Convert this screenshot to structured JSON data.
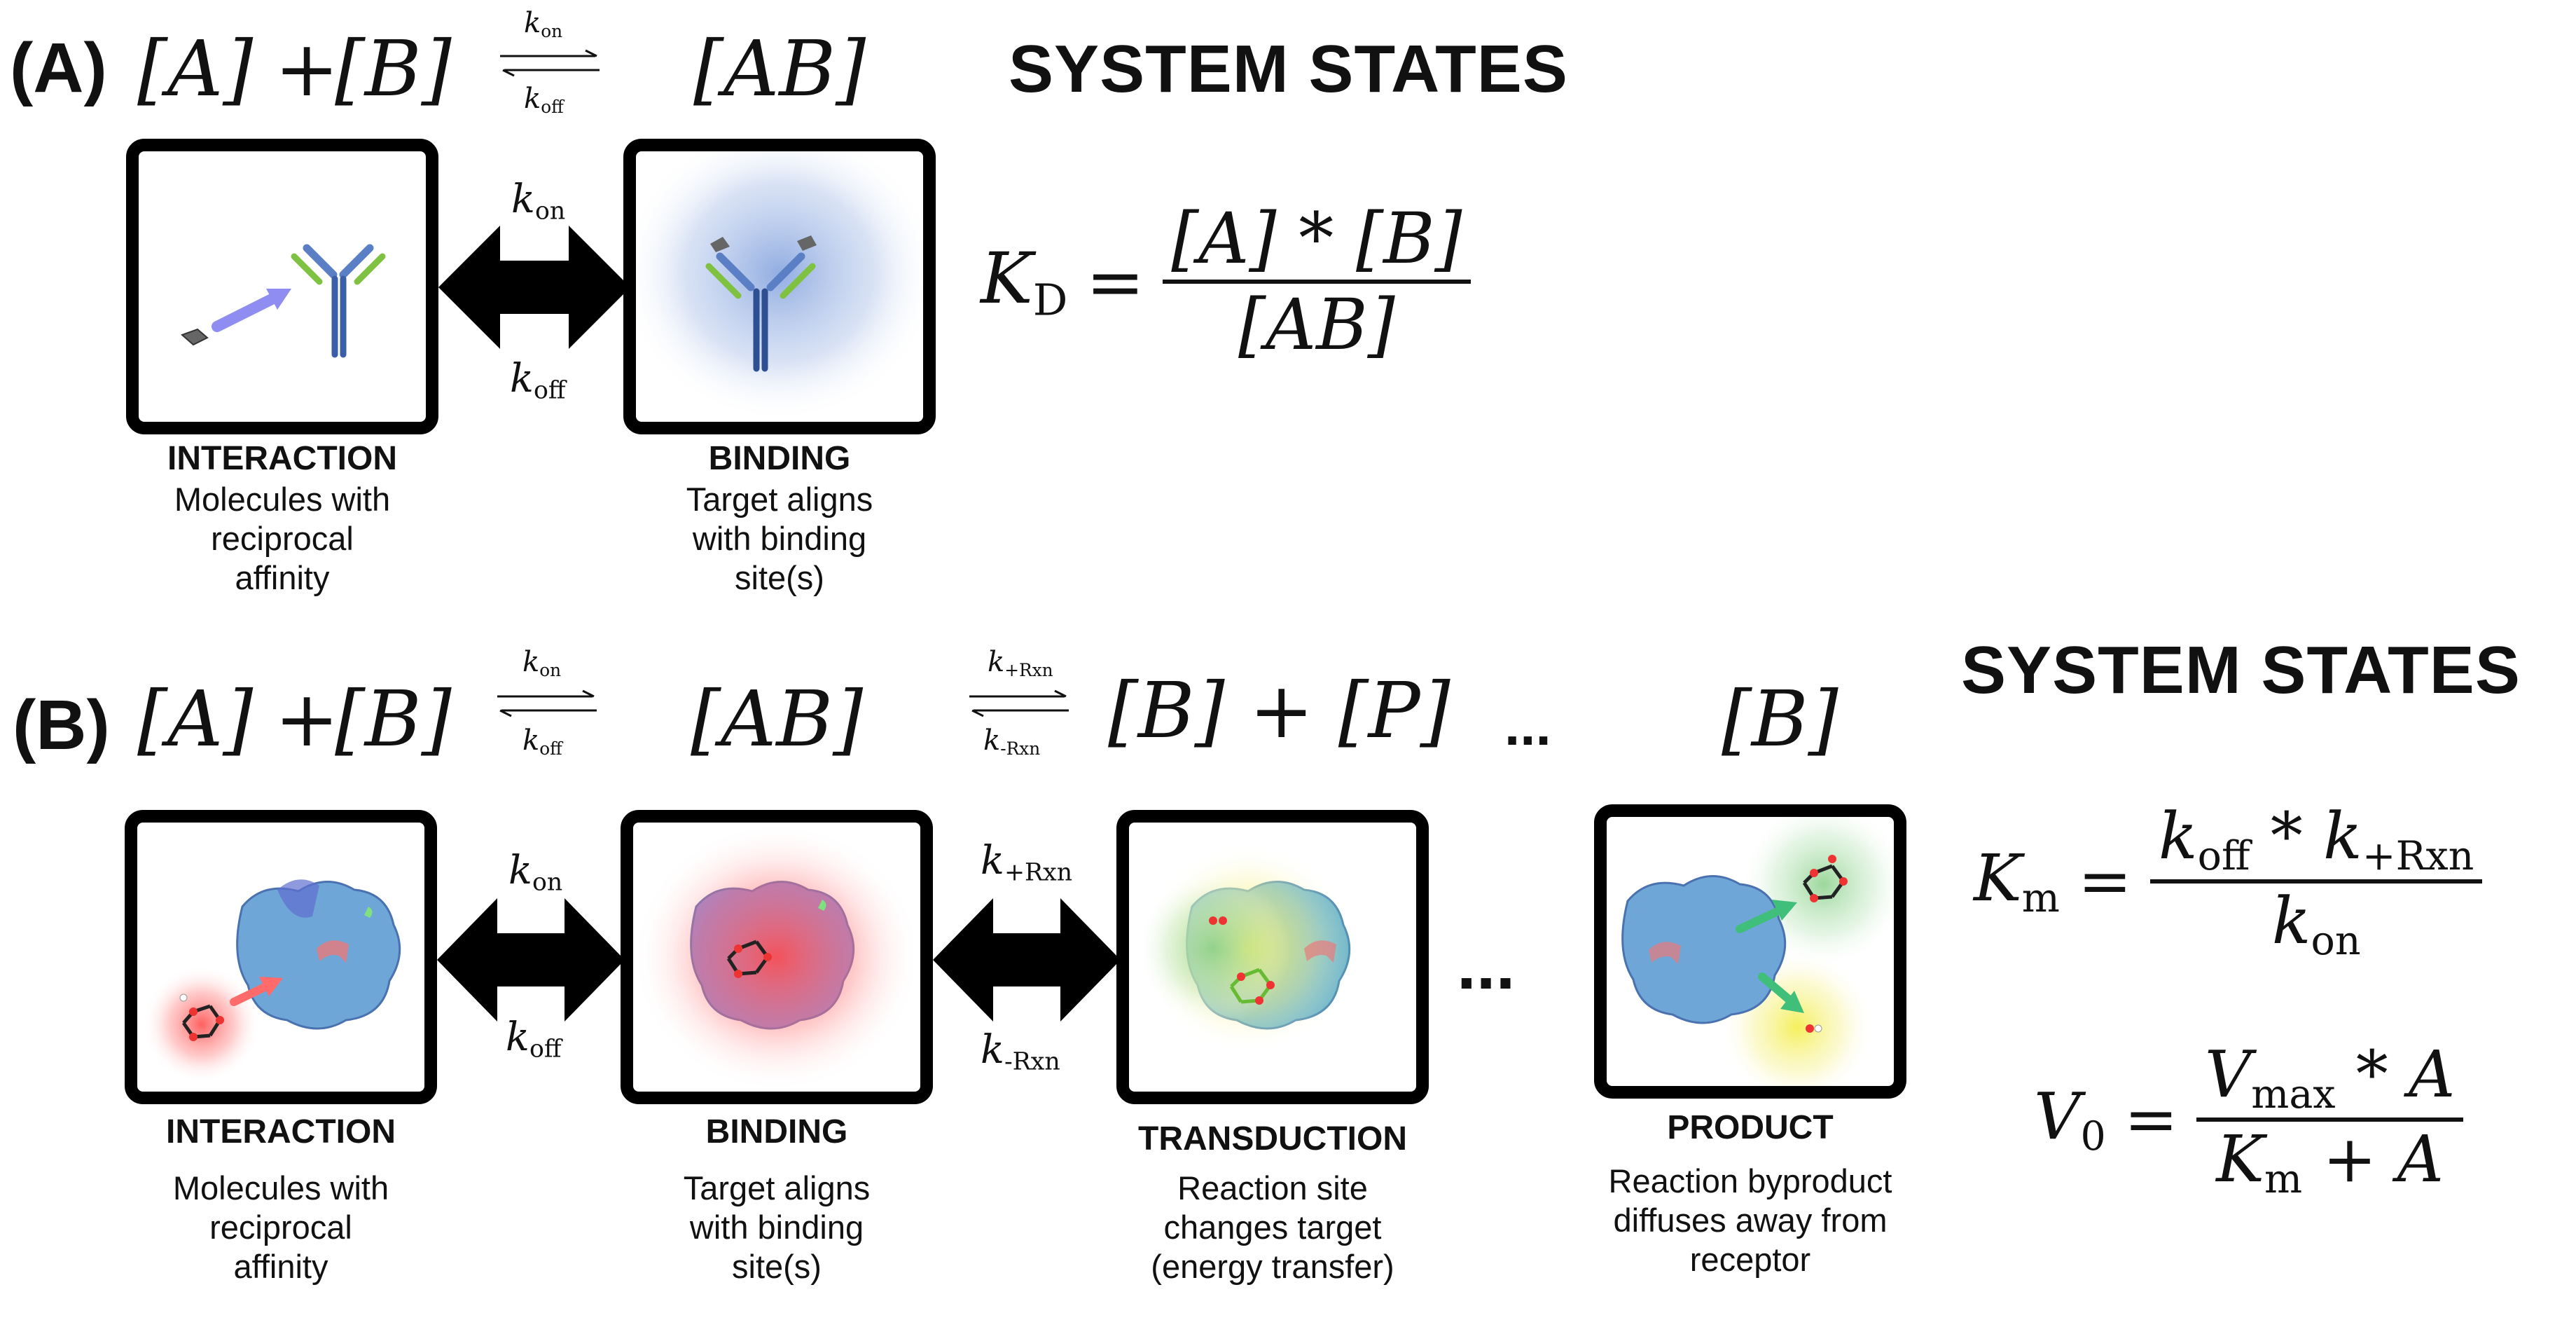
{
  "panel_a": {
    "label": "(A)",
    "equation": {
      "reactant_a": "[A]",
      "plus": "+",
      "reactant_b": "[B]",
      "k_forward": "k",
      "k_forward_sub": "on",
      "k_reverse": "k",
      "k_reverse_sub": "off",
      "complex": "[AB]"
    },
    "system_states": "SYSTEM STATES",
    "arrow_top": "k",
    "arrow_top_sub": "on",
    "arrow_bottom": "k",
    "arrow_bottom_sub": "off",
    "kd_formula": {
      "lhs": "K",
      "lhs_sub": "D",
      "equals": "=",
      "numerator": "[A] * [B]",
      "denominator": "[AB]"
    },
    "states": [
      {
        "title": "INTERACTION",
        "description": "Molecules with\nreciprocal\naffinity"
      },
      {
        "title": "BINDING",
        "description": "Target aligns\nwith binding\nsite(s)"
      }
    ]
  },
  "panel_b": {
    "label": "(B)",
    "equation": {
      "reactant_a": "[A]",
      "plus": "+",
      "reactant_b": "[B]",
      "k1_forward": "k",
      "k1_forward_sub": "on",
      "k1_reverse": "k",
      "k1_reverse_sub": "off",
      "complex": "[AB]",
      "k2_forward": "k",
      "k2_forward_sub": "+Rxn",
      "k2_reverse": "k",
      "k2_reverse_sub": "-Rxn",
      "products": "[B] + [P]",
      "ellipsis": "...",
      "final": "[B]"
    },
    "system_states": "SYSTEM STATES",
    "arrow1_top": "k",
    "arrow1_top_sub": "on",
    "arrow1_bottom": "k",
    "arrow1_bottom_sub": "off",
    "arrow2_top": "k",
    "arrow2_top_sub": "+Rxn",
    "arrow2_bottom": "k",
    "arrow2_bottom_sub": "-Rxn",
    "box_ellipsis": "...",
    "km_formula": {
      "lhs": "K",
      "lhs_sub": "m",
      "equals": "=",
      "num_a": "k",
      "num_a_sub": "off",
      "times": "*",
      "num_b": "k",
      "num_b_sub": "+Rxn",
      "den": "k",
      "den_sub": "on"
    },
    "v0_formula": {
      "lhs": "V",
      "lhs_sub": "0",
      "equals": "=",
      "num_a": "V",
      "num_a_sub": "max",
      "times": "* A",
      "den_a": "K",
      "den_a_sub": "m",
      "den_b": "+ A"
    },
    "states": [
      {
        "title": "INTERACTION",
        "description": "Molecules with\nreciprocal\naffinity"
      },
      {
        "title": "BINDING",
        "description": "Target aligns\nwith binding\nsite(s)"
      },
      {
        "title": "TRANSDUCTION",
        "description": "Reaction site\nchanges target\n(energy transfer)"
      },
      {
        "title": "PRODUCT",
        "description": "Reaction byproduct\ndiffuses away from\nreceptor"
      }
    ]
  },
  "colors": {
    "frame": "#000000",
    "antibody_heavy": "#5b7fc4",
    "antibody_light": "#7fc241",
    "interaction_arrow": "#8f8cf2",
    "binding_glow": "#8fa9dd",
    "enzyme": "#6fa6d8",
    "red_glow": "#ff6a6a",
    "yellow_glow": "#f2f06a",
    "green_glow": "#8fd68f",
    "product_arrow": "#3fbf7a"
  }
}
